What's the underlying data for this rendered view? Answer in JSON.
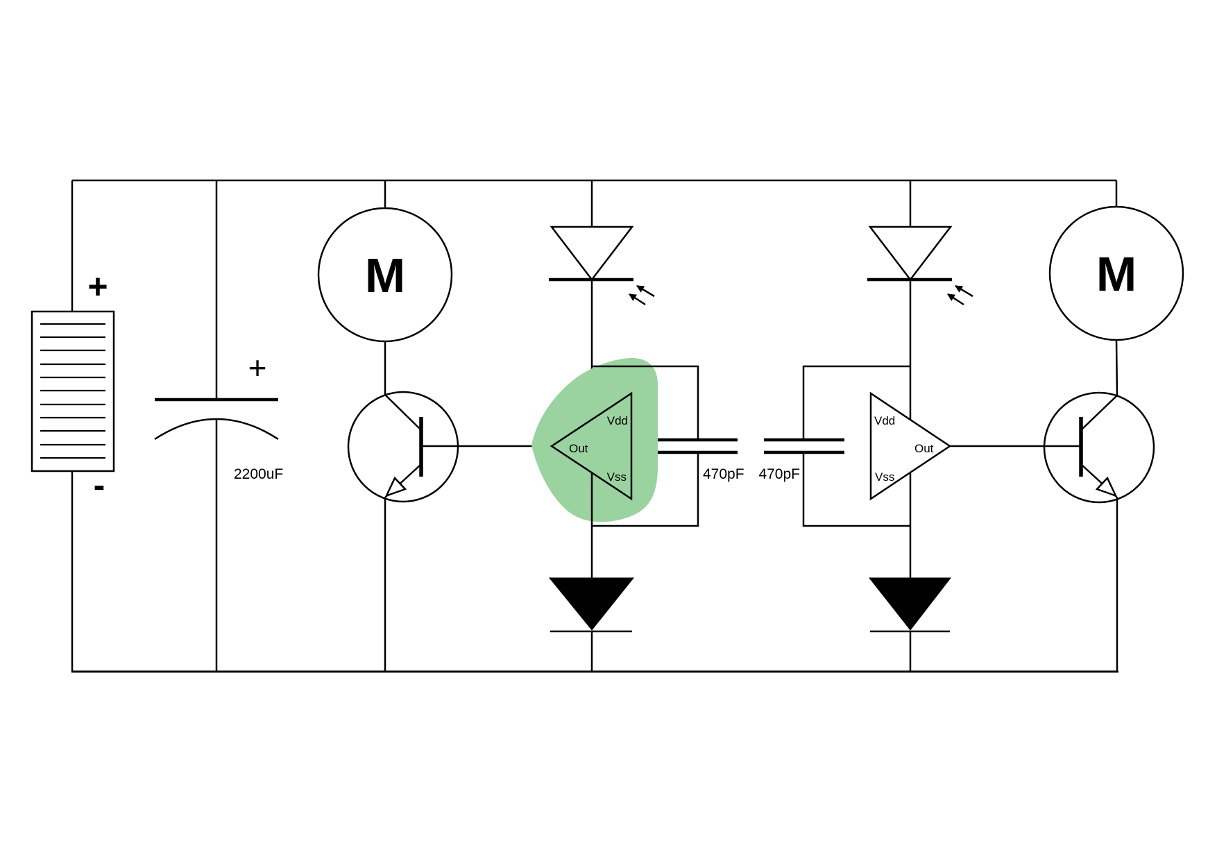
{
  "colors": {
    "background": "#ffffff",
    "line": "#000000",
    "highlight": "#9ad2a0"
  },
  "solar_panel": {
    "plus": "+",
    "minus": "-"
  },
  "storage_capacitor": {
    "plus": "+",
    "value": "2200uF"
  },
  "left_motor": {
    "label": "M"
  },
  "right_motor": {
    "label": "M"
  },
  "left_inverter": {
    "vdd": "Vdd",
    "out": "Out",
    "vss": "Vss",
    "highlighted": true
  },
  "right_inverter": {
    "vdd": "Vdd",
    "out": "Out",
    "vss": "Vss",
    "highlighted": false
  },
  "left_timing_capacitor": {
    "value": "470pF"
  },
  "right_timing_capacitor": {
    "value": "470pF"
  }
}
